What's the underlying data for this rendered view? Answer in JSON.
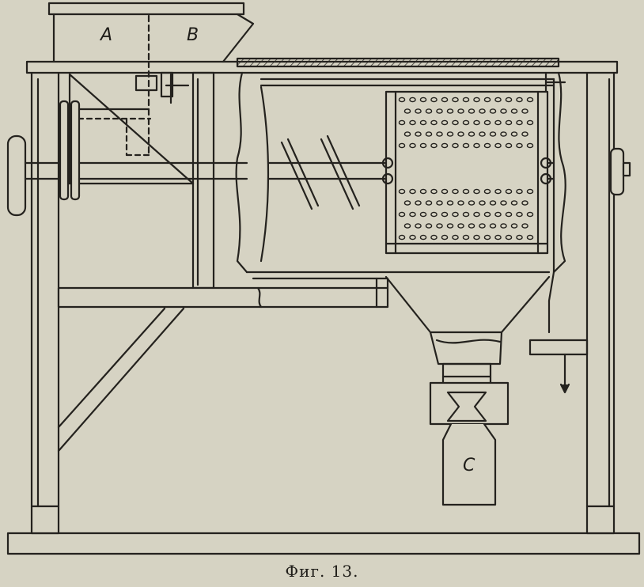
{
  "figure": {
    "caption": "Фиг. 13.",
    "labels": {
      "a": "A",
      "b": "B",
      "c": "C"
    }
  }
}
